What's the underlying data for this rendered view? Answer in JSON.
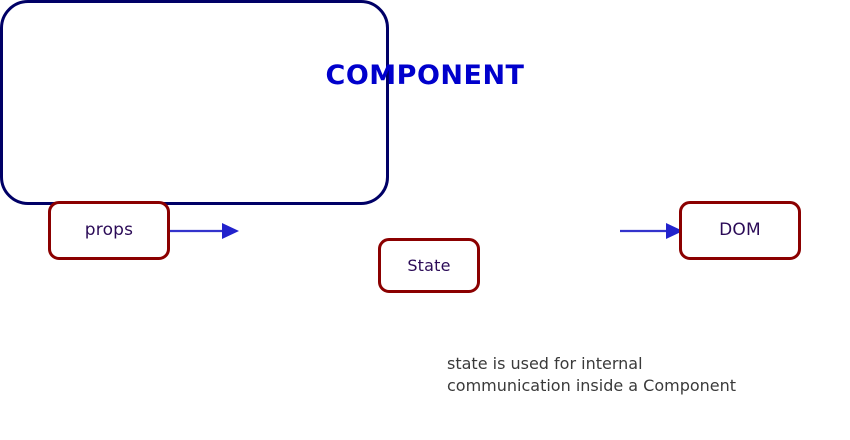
{
  "diagram": {
    "title_text": "COMPONENT",
    "nodes": {
      "props": {
        "label": "props"
      },
      "component": {
        "label": "COMPONENT"
      },
      "state": {
        "label": "State"
      },
      "dom": {
        "label": "DOM"
      }
    },
    "arrows": [
      {
        "name": "props-to-component",
        "from": "props",
        "to": "component",
        "direction": "right"
      },
      {
        "name": "component-to-dom",
        "from": "component",
        "to": "dom",
        "direction": "right"
      }
    ],
    "caption": "state is used for internal\ncommunication inside a Component",
    "colors": {
      "box_border_maroon": "#8B0000",
      "component_border_navy": "#000066",
      "component_title_blue": "#0000CC",
      "node_label_indigo": "#2B0B57",
      "arrow_blue": "#3333CC",
      "caption_gray": "#3A3A3A",
      "background": "#FFFFFF"
    }
  }
}
